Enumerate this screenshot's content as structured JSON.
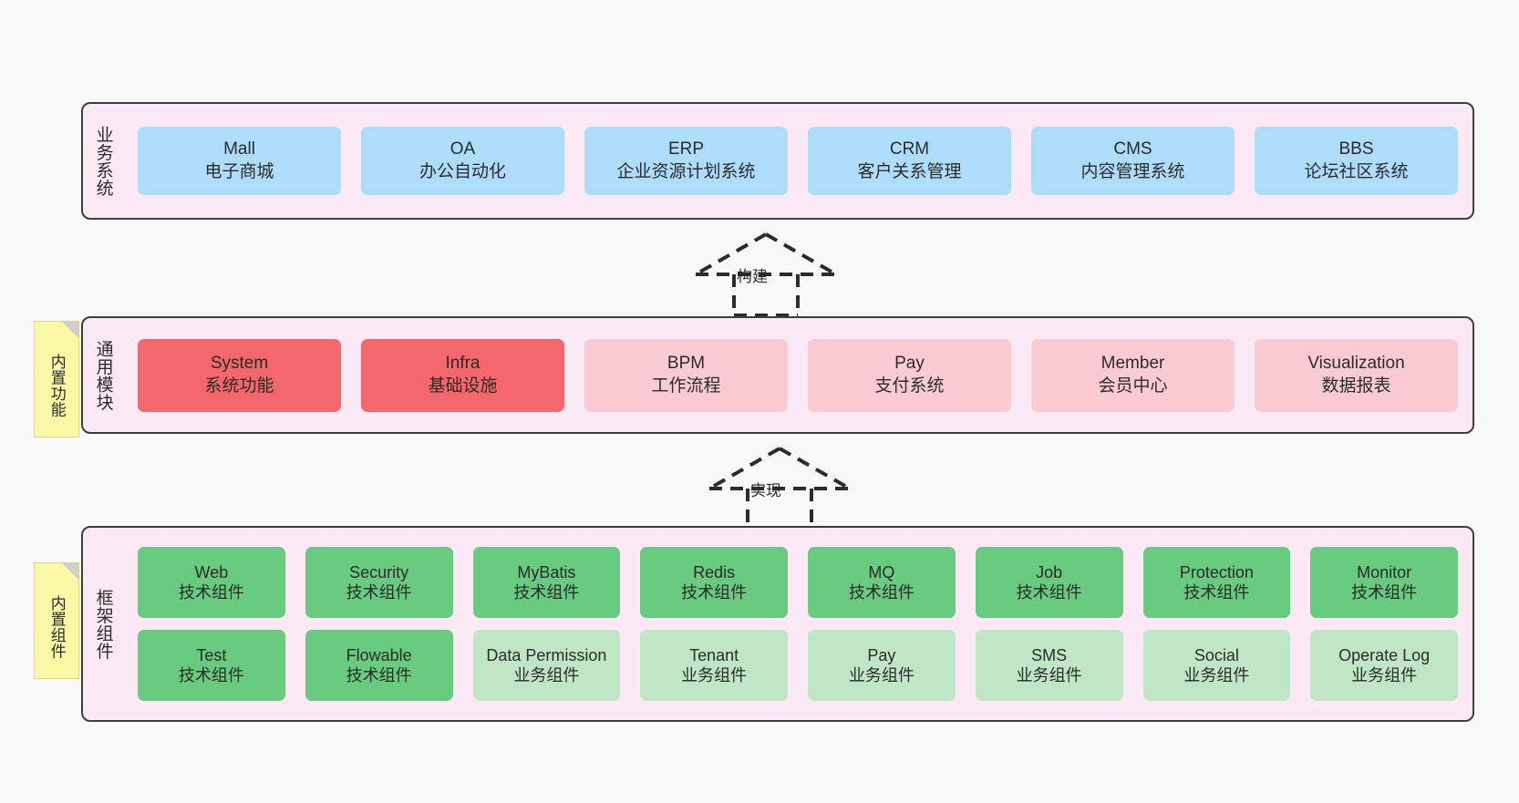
{
  "diagram": {
    "title": "",
    "colors": {
      "canvas_bg": "#f8f8f8",
      "layer_bg": "#fbeaf5",
      "layer_border": "#3d3d3d",
      "business_module": "#aeddfb",
      "common_module_active": "#f4676c",
      "common_module_plain": "#fbcbd3",
      "framework_tech": "#68cb7f",
      "framework_biz": "#bfe7c6",
      "note_bg": "#fbf8a6",
      "note_fold": "#cfcfcf"
    }
  },
  "notes": [
    {
      "id": "features",
      "text": "内置功能"
    },
    {
      "id": "components",
      "text": "内置组件"
    }
  ],
  "connectors": [
    {
      "id": "build",
      "label": "构建",
      "style": "dashed-generalization-arrow"
    },
    {
      "id": "implement",
      "label": "实现",
      "style": "dashed-generalization-arrow"
    }
  ],
  "layers": {
    "business": {
      "title": "业务系统",
      "modules": [
        {
          "en": "Mall",
          "cn": "电子商城"
        },
        {
          "en": "OA",
          "cn": "办公自动化"
        },
        {
          "en": "ERP",
          "cn": "企业资源计划系统"
        },
        {
          "en": "CRM",
          "cn": "客户关系管理"
        },
        {
          "en": "CMS",
          "cn": "内容管理系统"
        },
        {
          "en": "BBS",
          "cn": "论坛社区系统"
        }
      ]
    },
    "common": {
      "title": "通用模块",
      "modules": [
        {
          "en": "System",
          "cn": "系统功能",
          "tone": "strong"
        },
        {
          "en": "Infra",
          "cn": "基础设施",
          "tone": "strong"
        },
        {
          "en": "BPM",
          "cn": "工作流程",
          "tone": "plain"
        },
        {
          "en": "Pay",
          "cn": "支付系统",
          "tone": "plain"
        },
        {
          "en": "Member",
          "cn": "会员中心",
          "tone": "plain"
        },
        {
          "en": "Visualization",
          "cn": "数据报表",
          "tone": "plain"
        }
      ]
    },
    "framework": {
      "title": "框架组件",
      "row1": [
        {
          "en": "Web",
          "cn": "技术组件",
          "tone": "tech"
        },
        {
          "en": "Security",
          "cn": "技术组件",
          "tone": "tech"
        },
        {
          "en": "MyBatis",
          "cn": "技术组件",
          "tone": "tech"
        },
        {
          "en": "Redis",
          "cn": "技术组件",
          "tone": "tech"
        },
        {
          "en": "MQ",
          "cn": "技术组件",
          "tone": "tech"
        },
        {
          "en": "Job",
          "cn": "技术组件",
          "tone": "tech"
        },
        {
          "en": "Protection",
          "cn": "技术组件",
          "tone": "tech"
        },
        {
          "en": "Monitor",
          "cn": "技术组件",
          "tone": "tech"
        }
      ],
      "row2": [
        {
          "en": "Test",
          "cn": "技术组件",
          "tone": "tech"
        },
        {
          "en": "Flowable",
          "cn": "技术组件",
          "tone": "tech"
        },
        {
          "en": "Data Permission",
          "cn": "业务组件",
          "tone": "biz"
        },
        {
          "en": "Tenant",
          "cn": "业务组件",
          "tone": "biz"
        },
        {
          "en": "Pay",
          "cn": "业务组件",
          "tone": "biz"
        },
        {
          "en": "SMS",
          "cn": "业务组件",
          "tone": "biz"
        },
        {
          "en": "Social",
          "cn": "业务组件",
          "tone": "biz"
        },
        {
          "en": "Operate Log",
          "cn": "业务组件",
          "tone": "biz"
        }
      ]
    }
  }
}
